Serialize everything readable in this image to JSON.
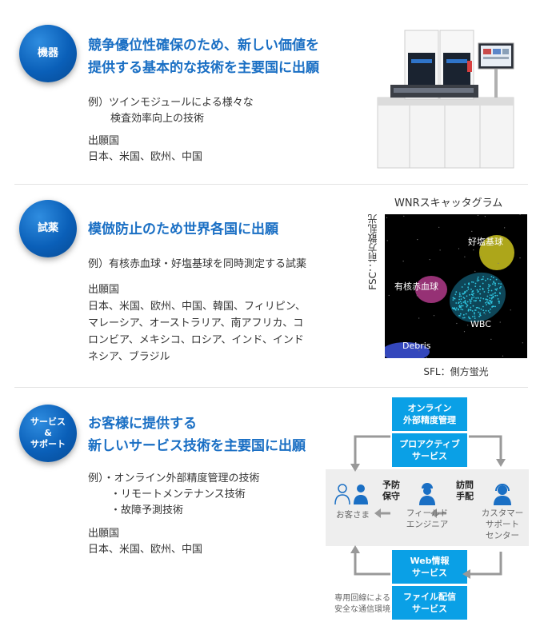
{
  "sections": [
    {
      "badge": "機器",
      "headline_1": "競争優位性確保のため、新しい価値を",
      "headline_2": "提供する基本的な技術を主要国に出願",
      "example_1": "例）ツインモジュールによる様々な",
      "example_2": "検査効率向上の技術",
      "countries_label": "出願国",
      "countries_1": "日本、米国、欧州、中国"
    },
    {
      "badge": "試薬",
      "headline_1": "模倣防止のため世界各国に出願",
      "example_1": "例）有核赤血球・好塩基球を同時測定する試薬",
      "countries_label": "出願国",
      "countries_1": "日本、米国、欧州、中国、韓国、フィリピン、",
      "countries_2": "マレーシア、オーストラリア、南アフリカ、コ",
      "countries_3": "ロンビア、メキシコ、ロシア、インド、インド",
      "countries_4": "ネシア、ブラジル"
    },
    {
      "badge_1": "サービス",
      "badge_2": "&",
      "badge_3": "サポート",
      "headline_1": "お客様に提供する",
      "headline_2": "新しいサービス技術を主要国に出願",
      "example_1": "例）・オンライン外部精度管理の技術",
      "example_2": "・リモートメンテナンス技術",
      "example_3": "・故障予測技術",
      "countries_label": "出願国",
      "countries_1": "日本、米国、欧州、中国"
    }
  ],
  "scatter": {
    "title": "WNRスキャッタグラム",
    "y_label": "FSC：前方散乱光",
    "x_label": "SFL：側方蛍光",
    "clusters": {
      "basophil": "好塩基球",
      "nrbc": "有核赤血球",
      "wbc": "WBC",
      "debris": "Debris"
    },
    "colors": {
      "basophil": "#d8d020",
      "nrbc": "#b03a8a",
      "wbc": "#2fc5e0",
      "debris": "#3a4fd0"
    }
  },
  "service": {
    "box_online_1": "オンライン",
    "box_online_2": "外部精度管理",
    "box_proactive_1": "プロアクティブ",
    "box_proactive_2": "サービス",
    "box_web_1": "Web情報",
    "box_web_2": "サービス",
    "box_file_1": "ファイル配信",
    "box_file_2": "サービス",
    "customer": "お客さま",
    "preventive_1": "予防",
    "preventive_2": "保守",
    "field_1": "フィールド",
    "field_2": "エンジニア",
    "visit_1": "訪問",
    "visit_2": "手配",
    "support_1": "カスタマー",
    "support_2": "サポート",
    "support_3": "センター",
    "secure_1": "専用回線による",
    "secure_2": "安全な通信環境",
    "accent": "#0aa0e6"
  }
}
